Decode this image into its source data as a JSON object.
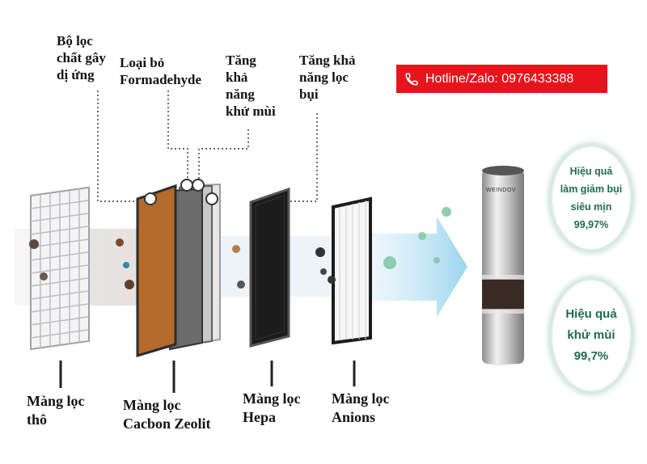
{
  "top_labels": [
    {
      "text": "Bộ lọc\nchất gây\ndị ứng"
    },
    {
      "text": "Loại bỏ\nFormadehyde"
    },
    {
      "text": "Tăng\nkhả\nnăng\nkhử mùi"
    },
    {
      "text": "Tăng khả\nnăng lọc\nbụi"
    }
  ],
  "hotline": {
    "text": "Hotline/Zalo: 0976433388",
    "icon": "phone-icon",
    "color": "#e8141b"
  },
  "bottom_labels": [
    {
      "text": "Màng lọc\nthô"
    },
    {
      "text": "Màng lọc\nCacbon Zeolit"
    },
    {
      "text": "Màng lọc\nHepa"
    },
    {
      "text": "Màng lọc\nAnions"
    }
  ],
  "badges": [
    {
      "text": "Hiệu quả\nlàm giảm bụi\nsiêu mịn\n99,97%"
    },
    {
      "text": "Hiệu quả\nkhử mùi\n99,7%"
    }
  ],
  "product": {
    "brand": "WEINDOV"
  },
  "colors": {
    "accent_green": "#1f6b4e",
    "hotline_red": "#e8141b",
    "carbon_filter": "#b36a2a",
    "hepa_filter": "#1c1c1c"
  }
}
